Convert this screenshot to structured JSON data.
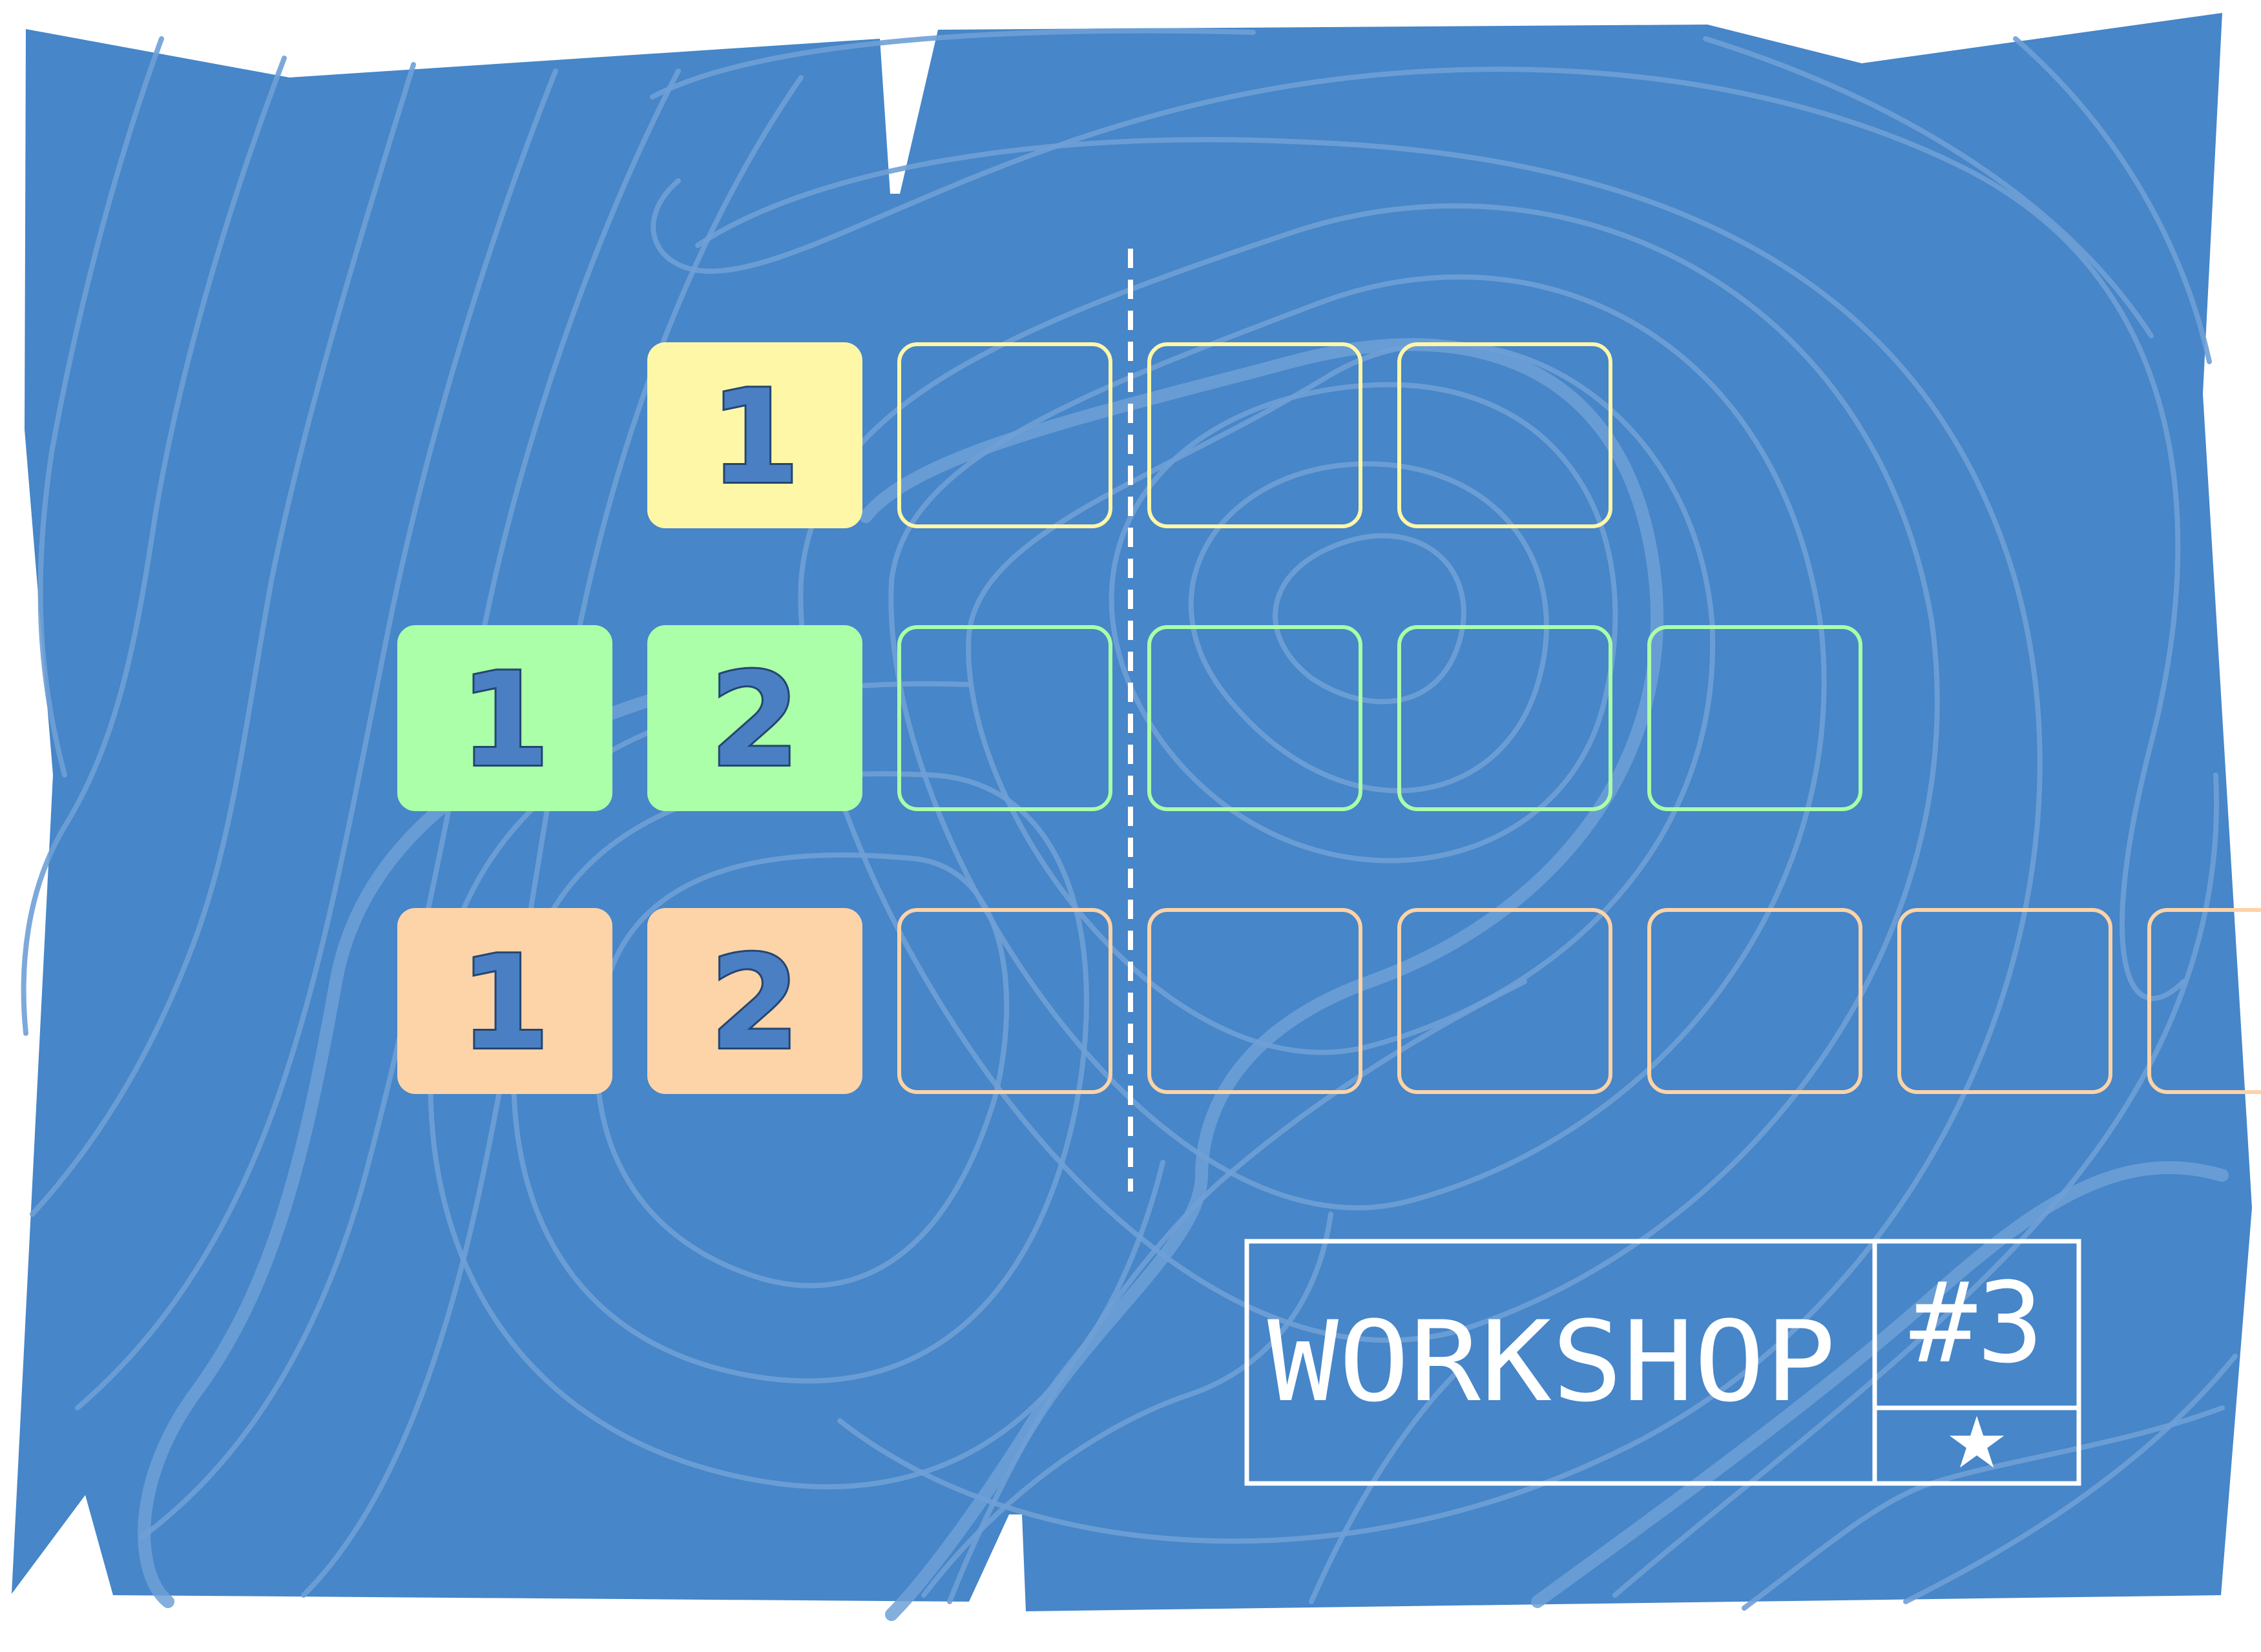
{
  "colors": {
    "background": "#4686c9",
    "contour": "#6fa0d6",
    "divider": "#ffffff",
    "digit_fill": "#4a7fc4",
    "digit_outline": "#24466f"
  },
  "rows": [
    {
      "color": "#fff7a8",
      "filled": [
        "1"
      ],
      "empty_count": 3
    },
    {
      "color": "#aaffa8",
      "filled": [
        "1",
        "2"
      ],
      "empty_count": 4
    },
    {
      "color": "#fdd3a8",
      "filled": [
        "1",
        "2"
      ],
      "empty_count": 6
    }
  ],
  "badge": {
    "title": "WORKSHOP",
    "number": "#3",
    "star": "★"
  }
}
